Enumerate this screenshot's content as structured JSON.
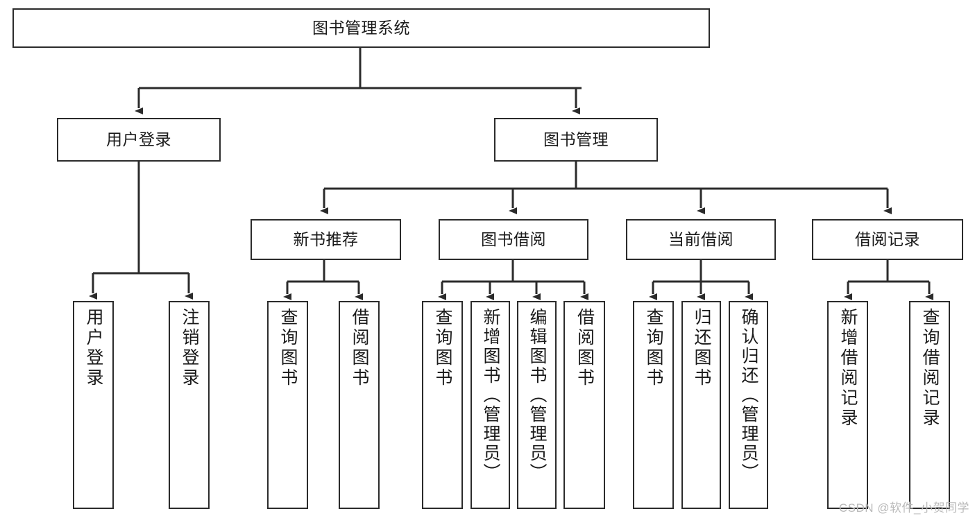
{
  "diagram": {
    "title": "图书管理系统",
    "type": "hierarchy-tree",
    "watermark": "CSDN @软件_小贺同学",
    "levels": {
      "root": "图书管理系统",
      "level2": [
        "用户登录",
        "图书管理"
      ],
      "level3": [
        "新书推荐",
        "图书借阅",
        "当前借阅",
        "借阅记录"
      ]
    },
    "nodes": {
      "root": {
        "label": "图书管理系统"
      },
      "user_login": {
        "label": "用户登录"
      },
      "book_manage": {
        "label": "图书管理"
      },
      "new_book_rec": {
        "label": "新书推荐"
      },
      "book_borrow": {
        "label": "图书借阅"
      },
      "current_borrow": {
        "label": "当前借阅"
      },
      "borrow_record": {
        "label": "借阅记录"
      },
      "leaf_user_login": {
        "label": "用户登录"
      },
      "leaf_logout": {
        "label": "注销登录"
      },
      "leaf_query_book_1": {
        "label": "查询图书"
      },
      "leaf_borrow_book_1": {
        "label": "借阅图书"
      },
      "leaf_query_book_2": {
        "label": "查询图书"
      },
      "leaf_add_book_admin": {
        "label": "新增图书（管理员）"
      },
      "leaf_edit_book_admin": {
        "label": "编辑图书（管理员）"
      },
      "leaf_borrow_book_2": {
        "label": "借阅图书"
      },
      "leaf_query_book_3": {
        "label": "查询图书"
      },
      "leaf_return_book": {
        "label": "归还图书"
      },
      "leaf_confirm_return_admin": {
        "label": "确认归还（管理员）"
      },
      "leaf_add_borrow_record": {
        "label": "新增借阅记录"
      },
      "leaf_query_borrow_record": {
        "label": "查询借阅记录"
      }
    },
    "colors": {
      "stroke": "#2b2b2b",
      "fill": "#ffffff",
      "text": "#1a1a1a",
      "watermark": "#b9b9b9"
    }
  }
}
